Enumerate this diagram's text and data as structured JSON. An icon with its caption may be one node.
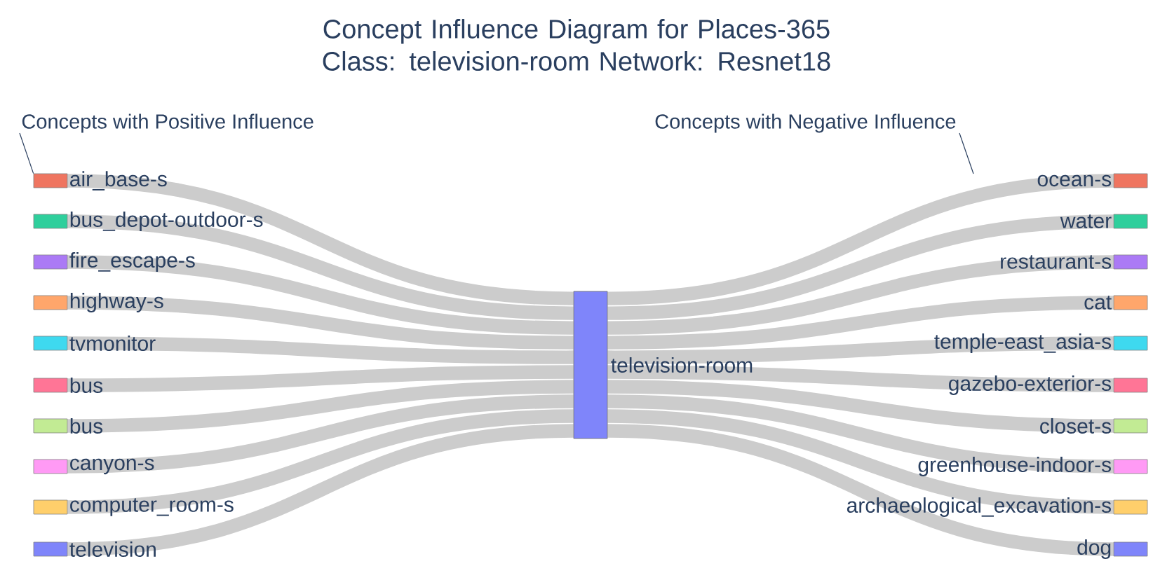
{
  "diagram": {
    "title": "Concept Influence Diagram for Places-365 Class: television-room Network: Resnet18",
    "nodes": [
      {
        "text": [
          "Concepts with Positive Influence"
        ]
      },
      {
        "text": [
          "Concepts with Negative Influence"
        ]
      },
      {
        "text": [
          "air_base-s"
        ]
      },
      {
        "text": [
          "bus_depot-outdoor-s"
        ]
      },
      {
        "text": [
          "fire_escape-s"
        ]
      },
      {
        "text": [
          "highway-s"
        ]
      },
      {
        "text": [
          "tvmonitor"
        ]
      },
      {
        "text": [
          "bus"
        ]
      },
      {
        "text": [
          "bus"
        ]
      },
      {
        "text": [
          "canyon-s"
        ]
      },
      {
        "text": [
          "computer_room-s"
        ]
      },
      {
        "text": [
          "television"
        ]
      },
      {
        "text": [
          "television-room"
        ]
      },
      {
        "text": [
          "ocean-s"
        ]
      },
      {
        "text": [
          "water"
        ]
      },
      {
        "text": [
          "restaurant-s"
        ]
      },
      {
        "text": [
          "cat"
        ]
      },
      {
        "text": [
          "temple-east_asia-s"
        ]
      },
      {
        "text": [
          "gazebo-exterior-s"
        ]
      },
      {
        "text": [
          "closet-s"
        ]
      },
      {
        "text": [
          "greenhouse-indoor-s"
        ]
      },
      {
        "text": [
          "archaeological_excavation-s"
        ]
      },
      {
        "text": [
          "dog"
        ]
      }
    ],
    "edges": [
      {
        "from": 0,
        "to": 2,
        "arrow": "none",
        "color": "#2a3f5f"
      },
      {
        "from": 1,
        "to": null,
        "arrow": "none",
        "color": "#2a3f5f"
      },
      {
        "from": 2,
        "to": 12,
        "arrow": "none"
      },
      {
        "from": 3,
        "to": 12,
        "arrow": "none"
      },
      {
        "from": 4,
        "to": 12,
        "arrow": "none"
      },
      {
        "from": 5,
        "to": 12,
        "arrow": "none"
      },
      {
        "from": 6,
        "to": 12,
        "arrow": "none"
      },
      {
        "from": 7,
        "to": 12,
        "arrow": "none"
      },
      {
        "from": 8,
        "to": 12,
        "arrow": "none"
      },
      {
        "from": 9,
        "to": 12,
        "arrow": "none"
      },
      {
        "from": 10,
        "to": 12,
        "arrow": "none"
      },
      {
        "from": 11,
        "to": 12,
        "arrow": "none"
      },
      {
        "from": 12,
        "to": 13,
        "arrow": "none"
      },
      {
        "from": 12,
        "to": 14,
        "arrow": "none"
      },
      {
        "from": 12,
        "to": 15,
        "arrow": "none"
      },
      {
        "from": 12,
        "to": 16,
        "arrow": "none"
      },
      {
        "from": 12,
        "to": 17,
        "arrow": "none"
      },
      {
        "from": 12,
        "to": 18,
        "arrow": "none"
      },
      {
        "from": 12,
        "to": 19,
        "arrow": "none"
      },
      {
        "from": 12,
        "to": 20,
        "arrow": "none"
      },
      {
        "from": 12,
        "to": 21,
        "arrow": "none"
      },
      {
        "from": 12,
        "to": 22,
        "arrow": "none"
      }
    ]
  }
}
